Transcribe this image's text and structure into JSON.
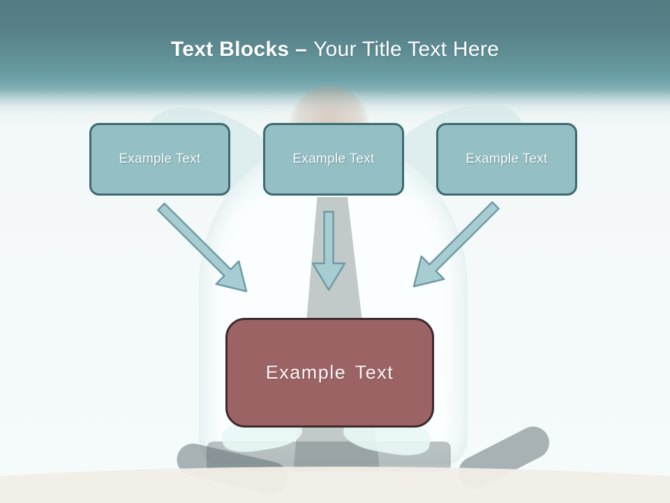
{
  "title": {
    "bold_part": "Text Blocks –",
    "regular_part": "Your Title Text Here"
  },
  "blocks": [
    {
      "label": "Example Text"
    },
    {
      "label": "Example Text"
    },
    {
      "label": "Example Text"
    }
  ],
  "result_block": {
    "label": "Example Text"
  },
  "colors": {
    "header_teal_top": "#527b82",
    "header_teal_mid": "#6ca2a9",
    "block_fill": "#94bfc4",
    "block_border": "#3d6a71",
    "arrow_fill": "#a7cdd2",
    "arrow_stroke": "#6e9ba3",
    "result_fill": "#9c6364",
    "result_border": "#3c2a2b",
    "title_text": "#ffffff"
  }
}
